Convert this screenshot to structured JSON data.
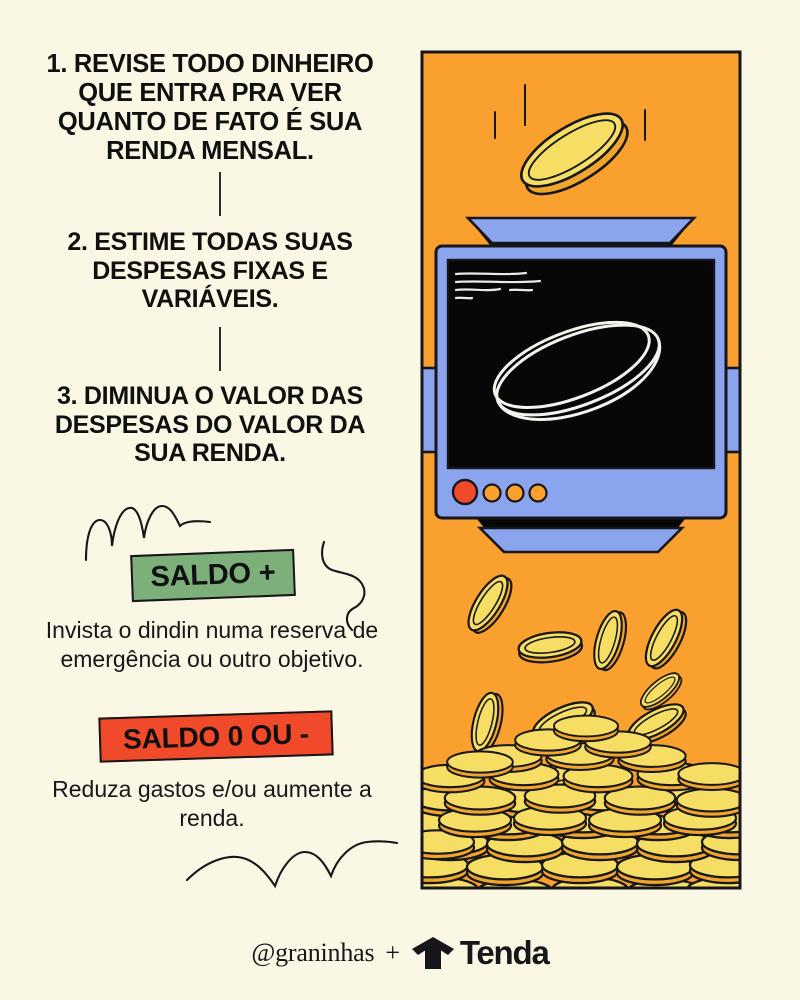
{
  "meta": {
    "language": "pt-BR",
    "background_color": "#faf7e4",
    "ink_color": "#17161a"
  },
  "steps": [
    {
      "id": "step-1",
      "text": "1. REVISE TODO DINHEIRO QUE ENTRA PRA VER QUANTO DE FATO É SUA RENDA MENSAL."
    },
    {
      "id": "step-2",
      "text": "2. ESTIME TODAS SUAS DESPESAS FIXAS E VARIÁVEIS."
    },
    {
      "id": "step-3",
      "text": "3. DIMINUA O VALOR DAS DESPESAS DO VALOR DA SUA RENDA."
    }
  ],
  "outcomes": [
    {
      "id": "positive",
      "badge_label": "SALDO +",
      "badge_color": "#7daf7a",
      "description": "Invista o dindin numa reserva de emergência ou outro objetivo."
    },
    {
      "id": "negative",
      "badge_label": "SALDO 0 OU -",
      "badge_color": "#f04a2a",
      "description": "Reduza gastos e/ou aumente a renda."
    }
  ],
  "illustration": {
    "panel_color": "#f9a02e",
    "device_color": "#8aa4ee",
    "screen_color": "#070707",
    "coin_fill": "#f5de63",
    "coin_edge": "#f0a52c",
    "falling_coin_count": 9,
    "status_dots": [
      "#f04a2a",
      "#f9a02e",
      "#f9a02e",
      "#f9a02e"
    ]
  },
  "footer": {
    "handle": "@graninhas",
    "plus": "+",
    "brand": "Tenda"
  }
}
